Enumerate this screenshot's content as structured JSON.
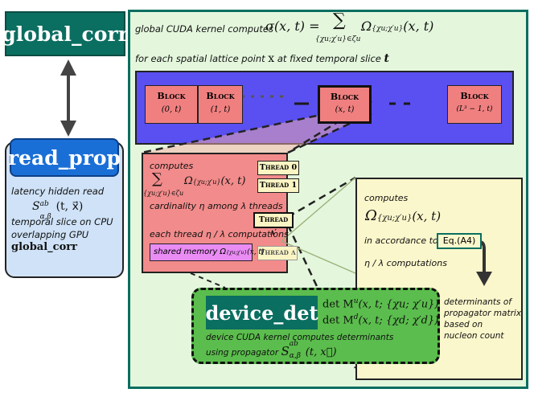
{
  "global_corr": {
    "label": "global_corr"
  },
  "read_prop": {
    "label": "read_prop",
    "line1": "latency hidden read",
    "math": "S",
    "math_sup": "ab",
    "math_sub": "α,β",
    "math_args": "(t, x⃗)",
    "line2": "temporal slice on CPU",
    "line3": "overlapping GPU",
    "line4": "global_corr"
  },
  "main": {
    "desc1": "global CUDA kernel computes",
    "sigma": "σ(x, t) =",
    "sum": "∑",
    "sum_sub": "{χu;χ′u}∈ζu",
    "omega": "Ω",
    "omega_sub": "{χu;χ′u}",
    "omega_args": "(x, t)",
    "desc2": "for each spatial lattice point",
    "desc2_x": "x",
    "desc2_mid": "at fixed temporal slice",
    "desc2_t": "t"
  },
  "blocks": [
    {
      "title": "Block",
      "arg": "(0, t)"
    },
    {
      "title": "Block",
      "arg": "(1, t)"
    },
    {
      "title": "Block",
      "arg": "(x, t)"
    },
    {
      "title": "Block",
      "arg": "(L³ − 1, t)"
    }
  ],
  "block_panel": {
    "computes": "computes",
    "sum": "∑",
    "sum_sub": "{χu;χ′u}∈ζu",
    "omega": "Ω",
    "omega_sub": "{χu;χ′u}",
    "omega_args": "(x, t)",
    "cardinality": "cardinality η among λ threads",
    "each_thread": "each thread η / λ computations",
    "shared": "shared memory Ω",
    "shared_sub": "{χu;χ′u}",
    "shared_args": "(x, t)",
    "threads": [
      "Thread 0",
      "Thread 1",
      "Thread λ′",
      "Thread λ"
    ]
  },
  "thread_panel": {
    "computes": "computes",
    "omega": "Ω",
    "omega_sub": "{χu;χ′u}",
    "omega_args": "(x, t)",
    "accordance": "in accordance to",
    "eq": "Eq.(A4)",
    "computations": "η / λ computations",
    "det_note_1": "determinants of",
    "det_note_2": "propagator matrix",
    "det_note_3": "based on",
    "det_note_4": "nucleon count"
  },
  "device_det": {
    "label": "device_det",
    "det_u": "det M",
    "det_u_sup": "u",
    "det_u_args": "(x, t; {χu; χ′u})",
    "det_d": "det M",
    "det_d_sup": "d",
    "det_d_args": "(x, t; {χd; χ′d})",
    "desc1": "device CUDA kernel computes determinants",
    "desc2": "using propagator",
    "prop": "S",
    "prop_sup": "ab",
    "prop_sub": "α,β",
    "prop_args": "(t, x⃗)"
  },
  "colors": {
    "teal": "#0a6e60",
    "blue_btn": "#1a6fd6",
    "light_blue": "#cfe2f7",
    "main_bg": "#e4f7dd",
    "main_border": "#0a6e60",
    "grid_bg": "#5a4ff0",
    "block_fill": "#f08080",
    "pink_panel": "#f28b8b",
    "yellow_panel": "#fbf7cc",
    "green_panel": "#5bbd4d",
    "thread_fill": "#fbf5c4",
    "shared_fill": "#e98cf4"
  }
}
